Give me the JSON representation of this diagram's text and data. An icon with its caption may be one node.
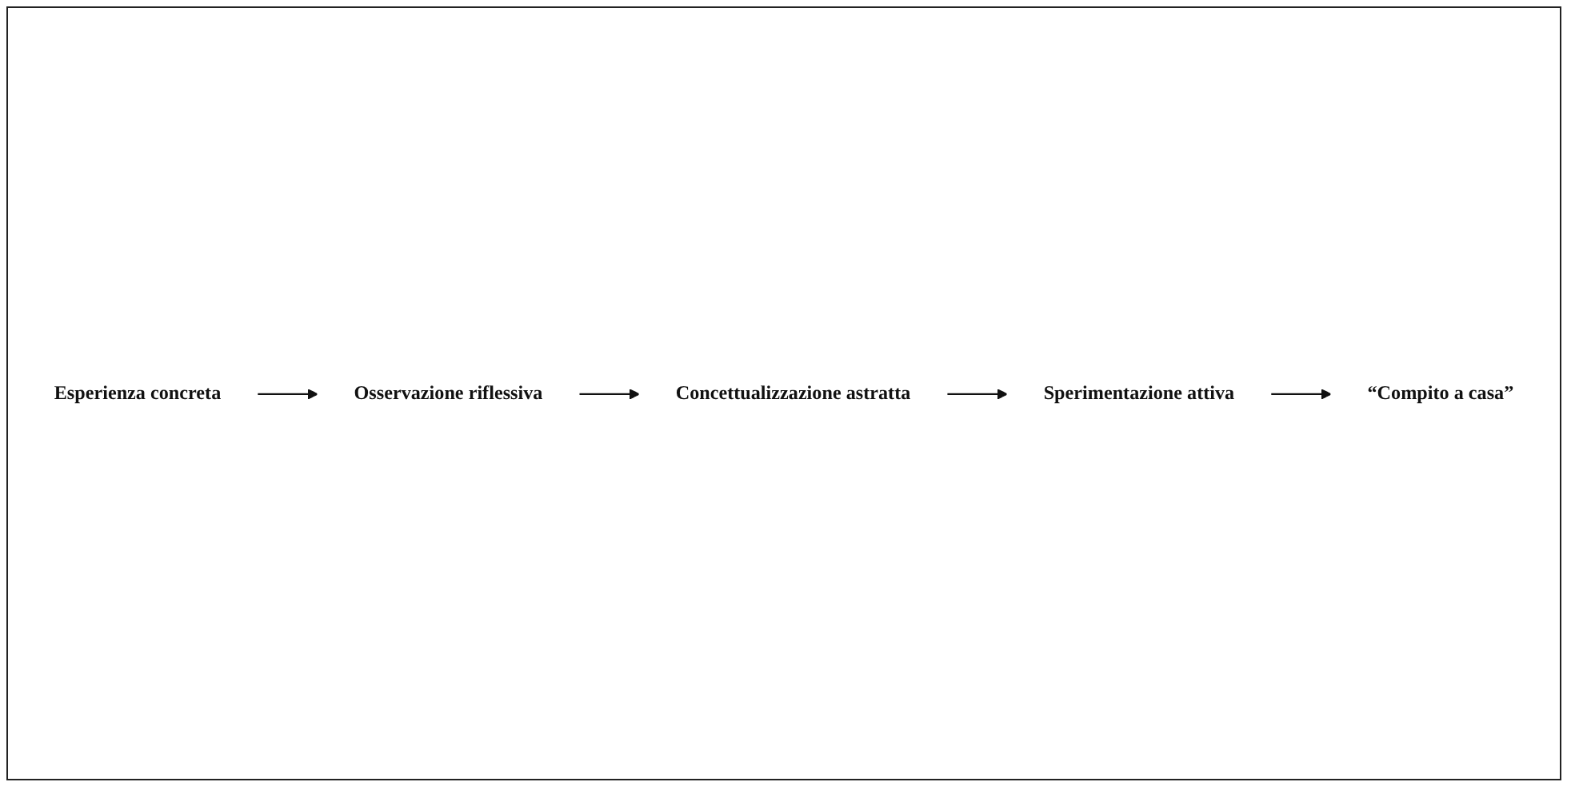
{
  "diagram": {
    "nodes": [
      {
        "text": [
          "Esperienza concreta"
        ]
      },
      {
        "text": [
          "Osservazione riflessiva"
        ]
      },
      {
        "text": [
          "Concettualizzazione astratta"
        ]
      },
      {
        "text": [
          "Sperimentazione attiva"
        ]
      },
      {
        "text": [
          "“Compito a casa”"
        ]
      }
    ],
    "edges": [
      {
        "from": 0,
        "to": 1,
        "arrow": "to"
      },
      {
        "from": 1,
        "to": 2,
        "arrow": "to"
      },
      {
        "from": 2,
        "to": 3,
        "arrow": "to"
      },
      {
        "from": 3,
        "to": 4,
        "arrow": "to"
      }
    ]
  }
}
